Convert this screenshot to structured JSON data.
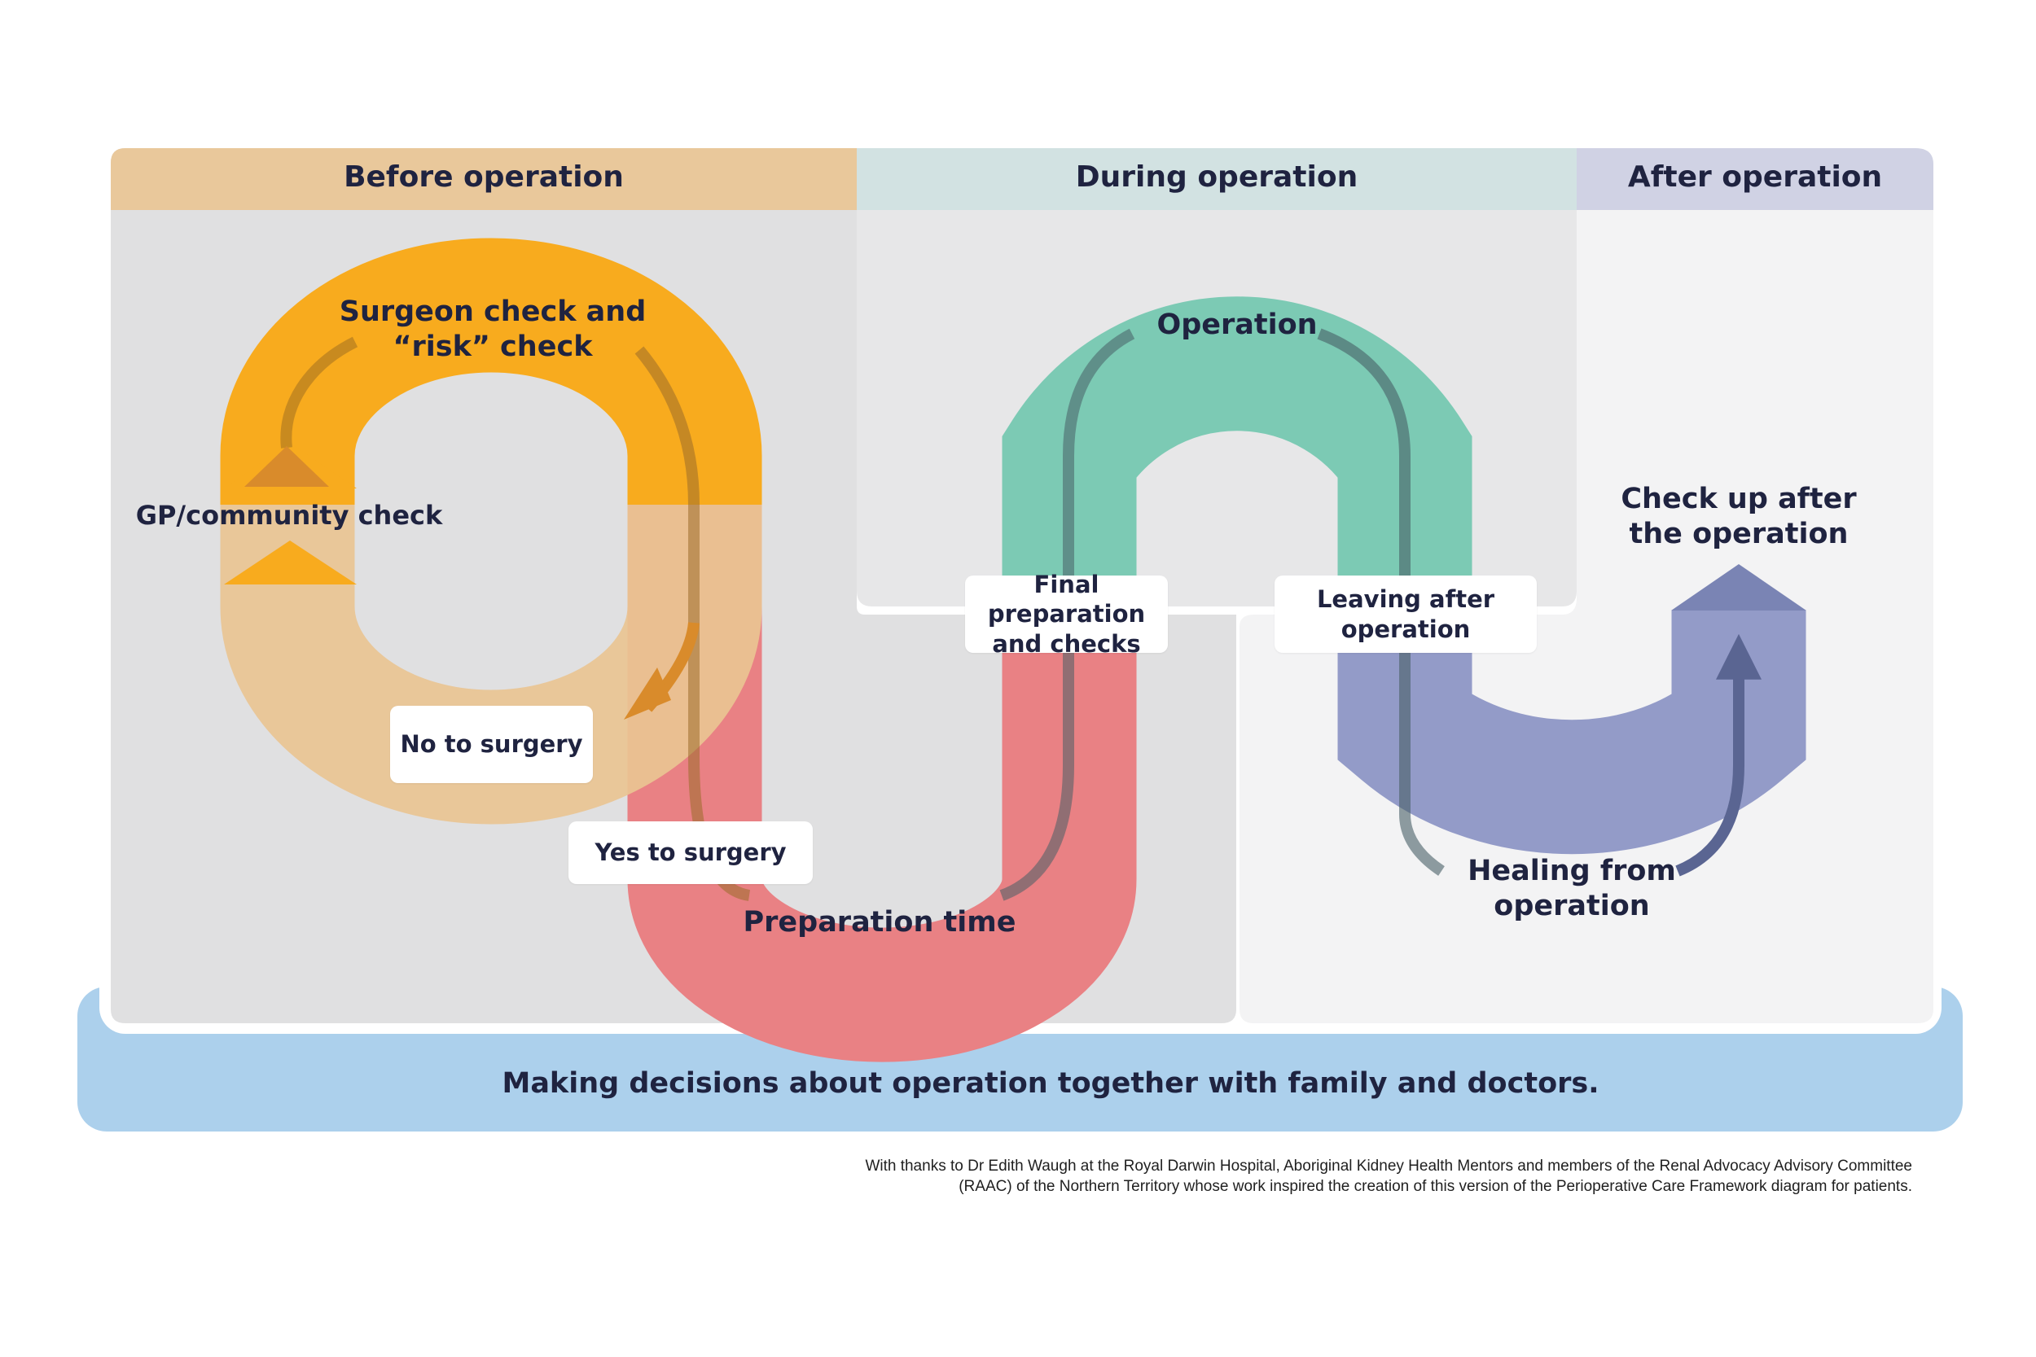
{
  "phases": {
    "before": {
      "label": "Before operation",
      "color": "#e9c89b"
    },
    "during": {
      "label": "During operation",
      "color": "#d2e2e2"
    },
    "after": {
      "label": "After operation",
      "color": "#d0d2e4"
    }
  },
  "stages": {
    "surgeon_check": "Surgeon check and\n“risk” check",
    "gp_check": "GP/community check",
    "operation": "Operation",
    "check_up": "Check up after\nthe operation",
    "preparation_time": "Preparation time",
    "healing": "Healing from\noperation"
  },
  "boxes": {
    "no_surgery": "No to surgery",
    "yes_surgery": "Yes to surgery",
    "final_prep": "Final preparation\nand checks",
    "leaving": "Leaving after\noperation"
  },
  "bottom_band": {
    "text": "Making decisions about operation together with family and doctors.",
    "color": "#acd0ec"
  },
  "credit": "With thanks to Dr Edith Waugh at the Royal Darwin Hospital, Aboriginal Kidney Health Mentors and members of the Renal Advocacy Advisory Committee\n(RAAC) of the Northern Territory whose work inspired the creation of this version of the Perioperative Care Framework diagram for patients.",
  "colors": {
    "orange": "#f8ab1e",
    "peach": "#e9c493",
    "pink": "#e98184",
    "teal": "#7ccab4",
    "lavender": "#939bc8",
    "text": "#1f2340"
  }
}
